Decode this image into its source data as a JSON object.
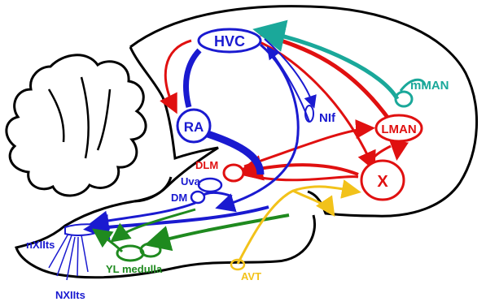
{
  "colors": {
    "outline": "#000000",
    "blue": "#1a1ad0",
    "red": "#e01010",
    "teal": "#1aa89a",
    "green": "#1f8a1f",
    "yellow": "#f2c21a"
  },
  "labels": {
    "hvc": "HVC",
    "ra": "RA",
    "nif": "NIf",
    "lman": "LMAN",
    "mman": "mMAN",
    "x": "X",
    "dlm": "DLM",
    "uva": "Uva",
    "dm": "DM",
    "nxiits_upper": "nXIIts",
    "nxiits_lower": "NXIIts",
    "yl_medulla": "YL medulla",
    "avt": "AVT"
  }
}
